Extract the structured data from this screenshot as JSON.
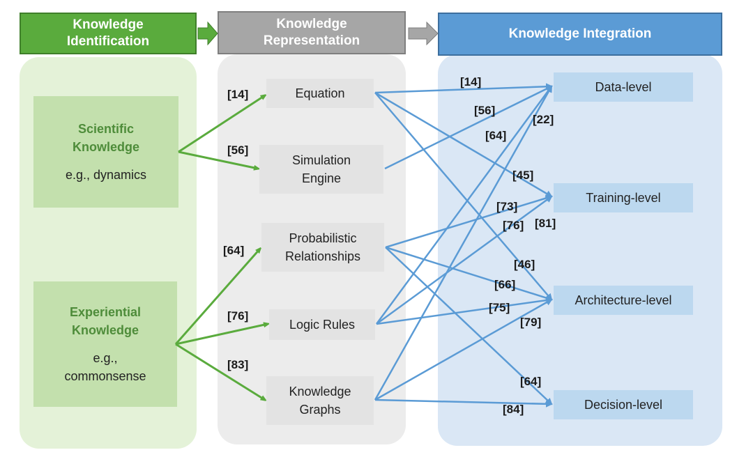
{
  "headers": {
    "identification": "Knowledge\nIdentification",
    "representation": "Knowledge\nRepresentation",
    "integration": "Knowledge Integration"
  },
  "sources": {
    "scientific": {
      "title": "Scientific\nKnowledge",
      "example": "e.g., dynamics"
    },
    "experiential": {
      "title": "Experiential\nKnowledge",
      "example": "e.g.,\ncommonsense"
    }
  },
  "representations": {
    "equation": "Equation",
    "simulation": "Simulation\nEngine",
    "probabilistic": "Probabilistic\nRelationships",
    "logic": "Logic Rules",
    "graphs": "Knowledge\nGraphs"
  },
  "integrations": {
    "data": "Data-level",
    "training": "Training-level",
    "architecture": "Architecture-level",
    "decision": "Decision-level"
  },
  "citations": {
    "c14a": "[14]",
    "c56a": "[56]",
    "c64a": "[64]",
    "c76a": "[76]",
    "c83": "[83]",
    "c14b": "[14]",
    "c56b": "[56]",
    "c22": "[22]",
    "c64b": "[64]",
    "c45": "[45]",
    "c73": "[73]",
    "c76b": "[76]",
    "c81": "[81]",
    "c46": "[46]",
    "c66": "[66]",
    "c75": "[75]",
    "c79": "[79]",
    "c64c": "[64]",
    "c84": "[84]"
  },
  "colors": {
    "green": "#5aab3d",
    "gray": "#a6a6a6",
    "blue": "#5b9bd5",
    "green_panel": "#e4f2d8",
    "gray_panel": "#ececec",
    "blue_panel": "#dae7f5"
  }
}
